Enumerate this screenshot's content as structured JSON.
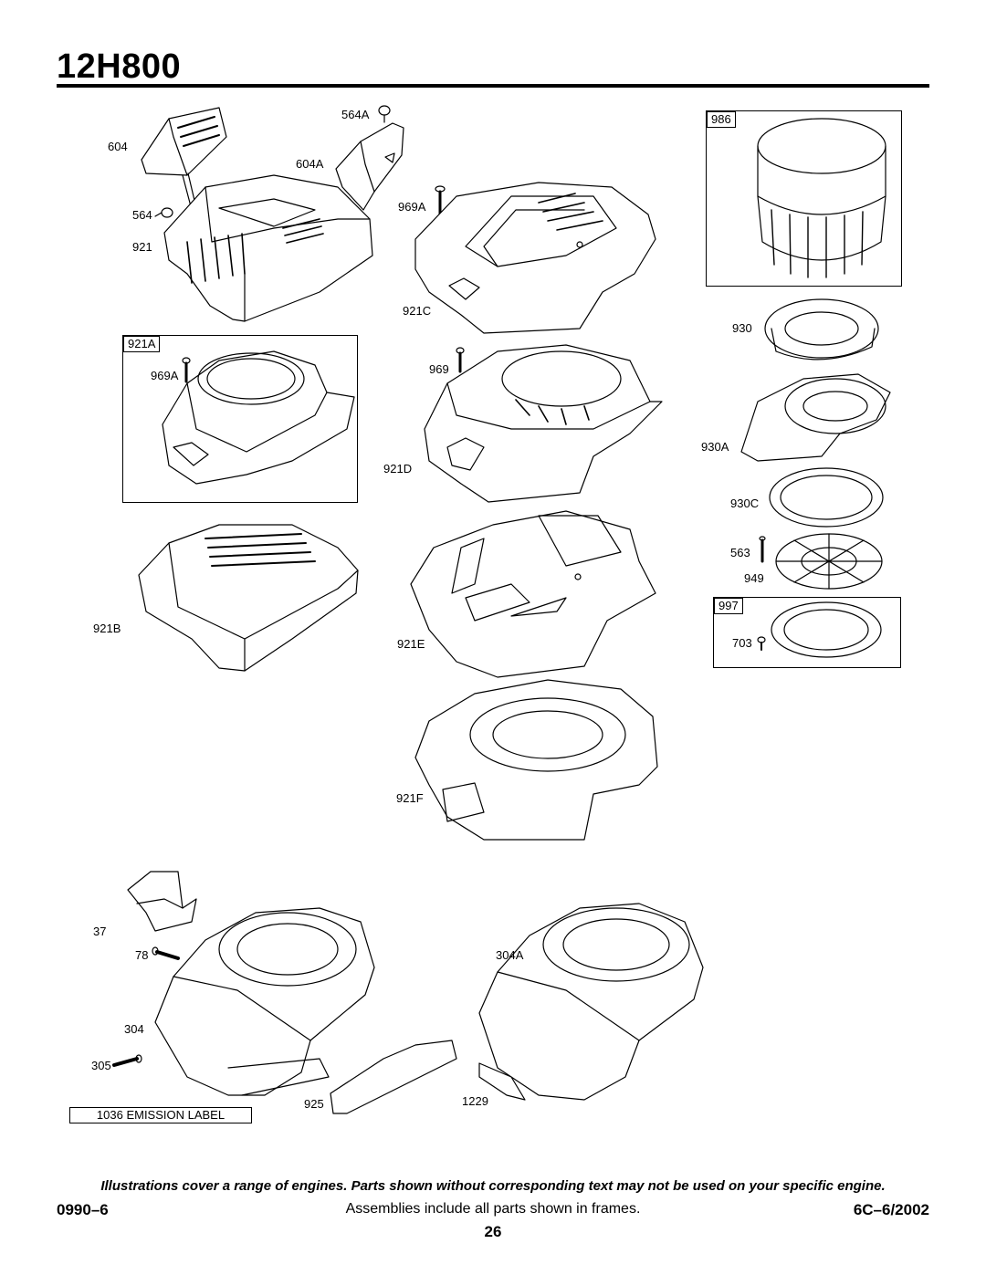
{
  "header": {
    "title": "12H800"
  },
  "labels": {
    "p564A": "564A",
    "p604": "604",
    "p604A": "604A",
    "p564": "564",
    "p921": "921",
    "p969A_top": "969A",
    "p921C": "921C",
    "p969A_frame": "969A",
    "p969": "969",
    "p921D": "921D",
    "p921B": "921B",
    "p921E": "921E",
    "p921F": "921F",
    "p930": "930",
    "p930A": "930A",
    "p930C": "930C",
    "p563": "563",
    "p949": "949",
    "p703": "703",
    "p37": "37",
    "p78": "78",
    "p304": "304",
    "p305": "305",
    "p304A": "304A",
    "p925": "925",
    "p1229": "1229"
  },
  "frames": {
    "f921A": "921A",
    "f986": "986",
    "f997": "997"
  },
  "emission_label": "1036 EMISSION LABEL",
  "footer": {
    "disclaimer": "Illustrations cover a range of engines. Parts shown without corresponding text may not be used on your specific engine.",
    "left": "0990–6",
    "center": "Assemblies include all parts shown in frames.",
    "right": "6C–6/2002",
    "page": "26"
  }
}
